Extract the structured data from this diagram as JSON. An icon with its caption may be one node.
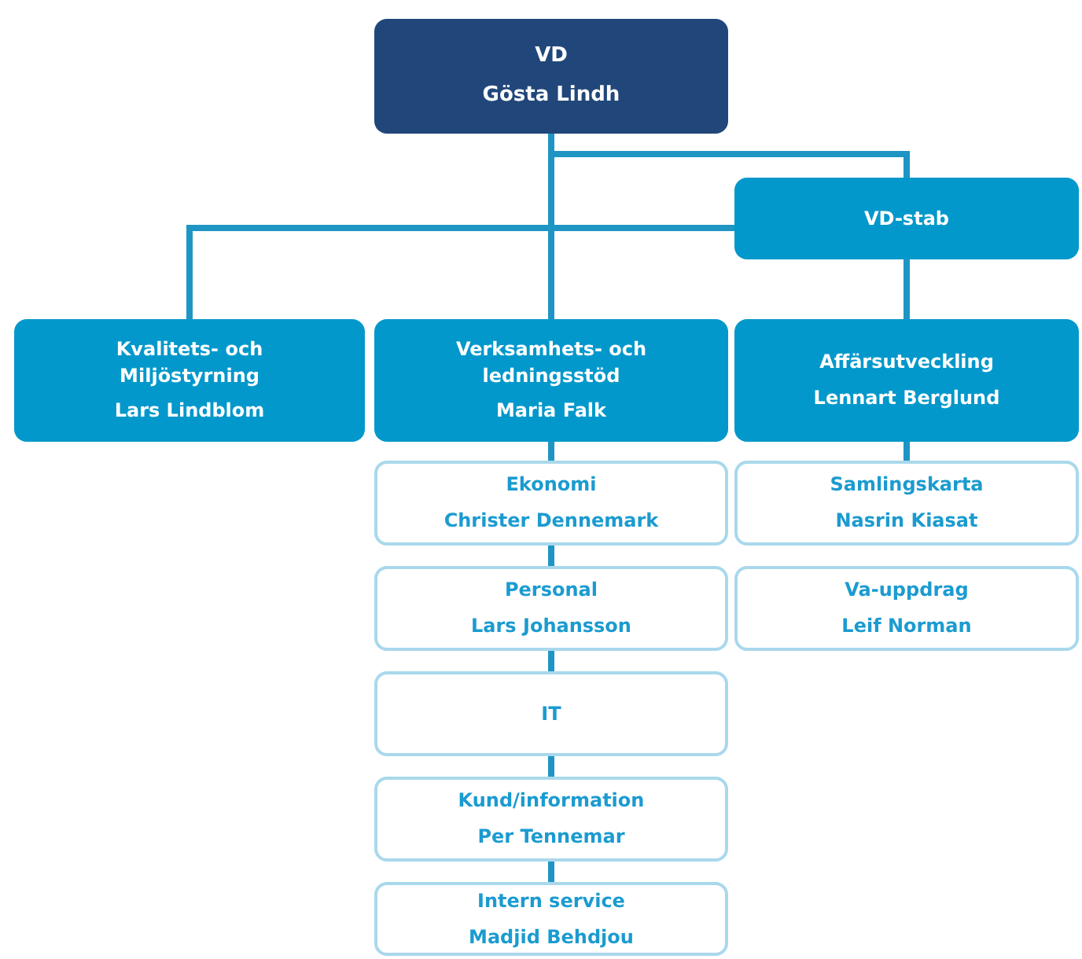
{
  "diagram": {
    "nodes": [
      {
        "text": [
          "VD",
          "Gösta Lindh"
        ]
      },
      {
        "text": [
          "VD-stab"
        ]
      },
      {
        "text": [
          "Kvalitets- och Miljöstyrning",
          "Lars Lindblom"
        ]
      },
      {
        "text": [
          "Verksamhets- och ledningsstöd",
          "Maria Falk"
        ]
      },
      {
        "text": [
          "Affärsutveckling",
          "Lennart Berglund"
        ]
      },
      {
        "text": [
          "Ekonomi",
          "Christer Dennemark"
        ]
      },
      {
        "text": [
          "Samlingskarta",
          "Nasrin Kiasat"
        ]
      },
      {
        "text": [
          "Personal",
          "Lars Johansson"
        ]
      },
      {
        "text": [
          "Va-uppdrag",
          "Leif Norman"
        ]
      },
      {
        "text": [
          "IT"
        ]
      },
      {
        "text": [
          "Kund/information",
          "Per Tennemar"
        ]
      },
      {
        "text": [
          "Intern service",
          "Madjid Behdjou"
        ]
      }
    ],
    "edges": [
      {
        "from": 0,
        "to": 1,
        "arrow": "none"
      },
      {
        "from": 0,
        "to": 2,
        "arrow": "none"
      },
      {
        "from": 0,
        "to": 3,
        "arrow": "none"
      },
      {
        "from": 1,
        "to": 4,
        "arrow": "none"
      },
      {
        "from": 4,
        "to": 6,
        "arrow": "none"
      },
      {
        "from": 3,
        "to": 5,
        "arrow": "none"
      },
      {
        "from": 5,
        "to": 7,
        "arrow": "none"
      },
      {
        "from": 7,
        "to": 9,
        "arrow": "none"
      },
      {
        "from": 9,
        "to": 10,
        "arrow": "none"
      },
      {
        "from": 10,
        "to": 11,
        "arrow": "none"
      },
      {
        "from": 1,
        "to": 2,
        "arrow": "none"
      }
    ]
  }
}
